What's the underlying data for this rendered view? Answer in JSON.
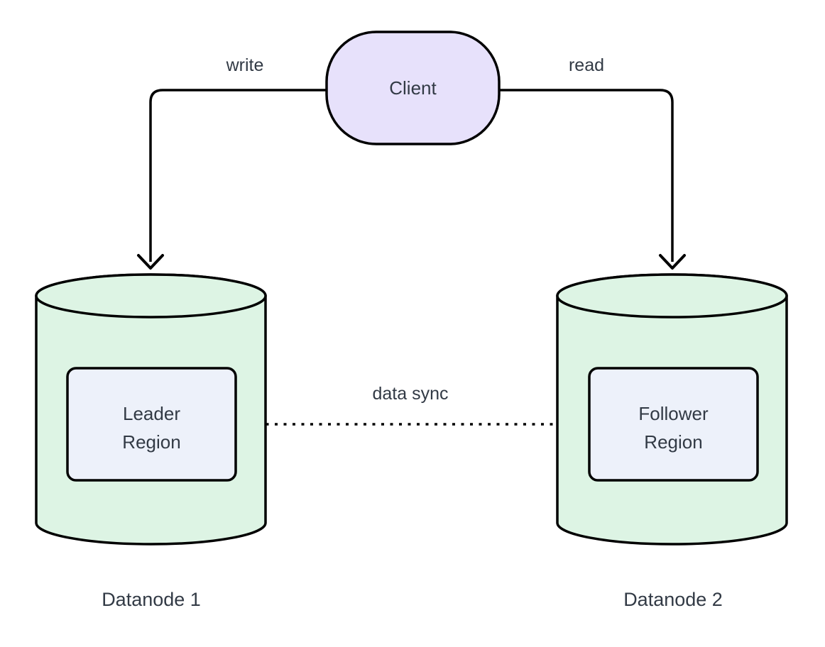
{
  "colors": {
    "background": "#ffffff",
    "stroke": "#000000",
    "text": "#323a45",
    "client_fill": "#e7e1fb",
    "cylinder_fill": "#ddf4e4",
    "region_fill": "#edf1fa"
  },
  "client": {
    "label": "Client"
  },
  "edges": {
    "write": {
      "label": "write",
      "style": "solid",
      "from": "Client",
      "to": "Datanode 1"
    },
    "read": {
      "label": "read",
      "style": "solid",
      "from": "Client",
      "to": "Datanode 2"
    },
    "data_sync": {
      "label": "data sync",
      "style": "dotted",
      "from": "Leader Region",
      "to": "Follower Region"
    }
  },
  "datanodes": [
    {
      "label": "Datanode 1",
      "region": {
        "line1": "Leader",
        "line2": "Region"
      }
    },
    {
      "label": "Datanode 2",
      "region": {
        "line1": "Follower",
        "line2": "Region"
      }
    }
  ]
}
